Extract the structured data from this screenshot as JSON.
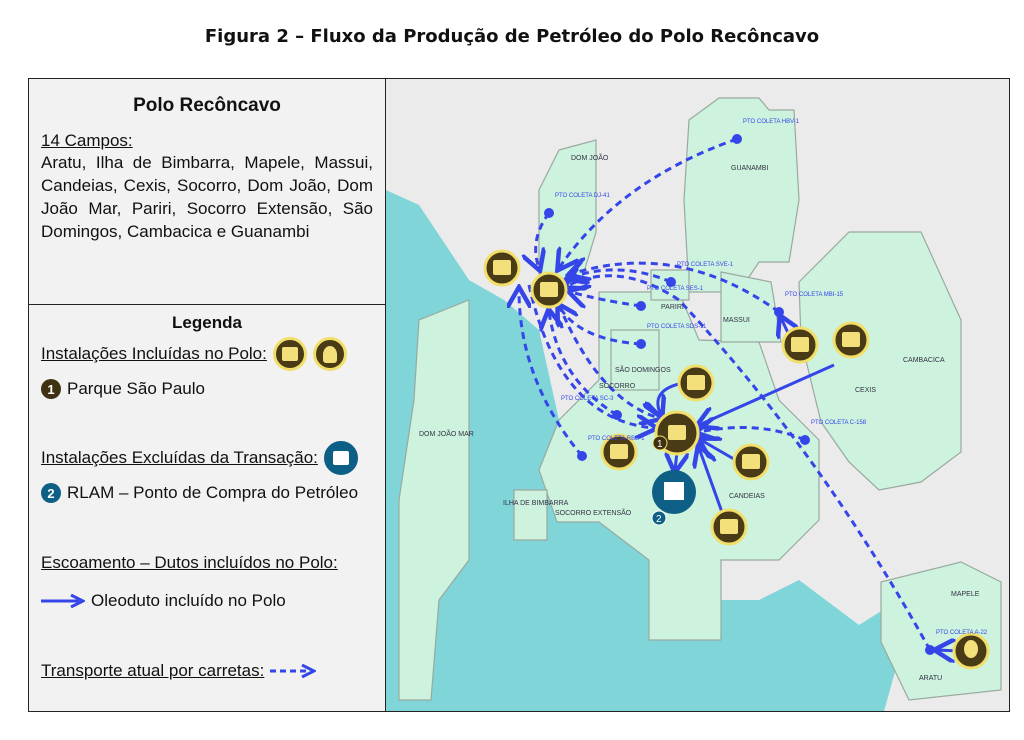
{
  "title": "Figura 2 – Fluxo da Produção de Petróleo do Polo Recôncavo",
  "panel": {
    "heading": "Polo Recôncavo",
    "fields_count": "14 Campos:",
    "fields_list": "Aratu, Ilha de Bimbarra, Mapele, Massui, Candeias, Cexis, Socorro, Dom João, Dom João Mar, Pariri, Socorro Extensão, São Domingos, Cambacica e Guanambi",
    "legend_title": "Legenda",
    "included_label": "Instalações Incluídas no Polo:",
    "item1_num": "1",
    "item1_label": "Parque São Paulo",
    "excluded_label": "Instalações Excluídas da Transação:",
    "item2_num": "2",
    "item2_label": "RLAM – Ponto de Compra do Petróleo",
    "flow_label": "Escoamento –  Dutos incluídos no Polo:",
    "pipeline_label": "Oleoduto incluído no Polo",
    "truck_label": "Transporte atual por carretas:"
  },
  "colors": {
    "arrow": "#3446e8",
    "field": "#cdf2de",
    "water": "#7fd5d8",
    "land": "#ebebeb",
    "facility": "#4a3b17",
    "ring": "#f1df6a",
    "rlam": "#0d5f86"
  },
  "map": {
    "field_labels": [
      "DOM JOÃO",
      "GUANAMBI",
      "PARIRI",
      "MASSUI",
      "SÃO DOMINGOS",
      "SOCORRO",
      "CAMBACICA",
      "CEXIS",
      "DOM JOÃO MAR",
      "CANDEIAS",
      "ILHA DE BIMBARRA",
      "SOCORRO EXTENSÃO",
      "MAPELE",
      "ARATU"
    ],
    "collection_points": [
      "PTO COLETA HBV-1",
      "PTO COLETA DJ-41",
      "PTO COLETA SVE-1",
      "PTO COLETA SES-1",
      "PTO COLETA SDS-11",
      "PTO COLETA MBI-15",
      "PTO COLETA SC-3",
      "PTO COLETA C-158",
      "PTO COLETA RBB-1",
      "PTO COLETA A-22"
    ],
    "marker_1": "1",
    "marker_2": "2"
  }
}
